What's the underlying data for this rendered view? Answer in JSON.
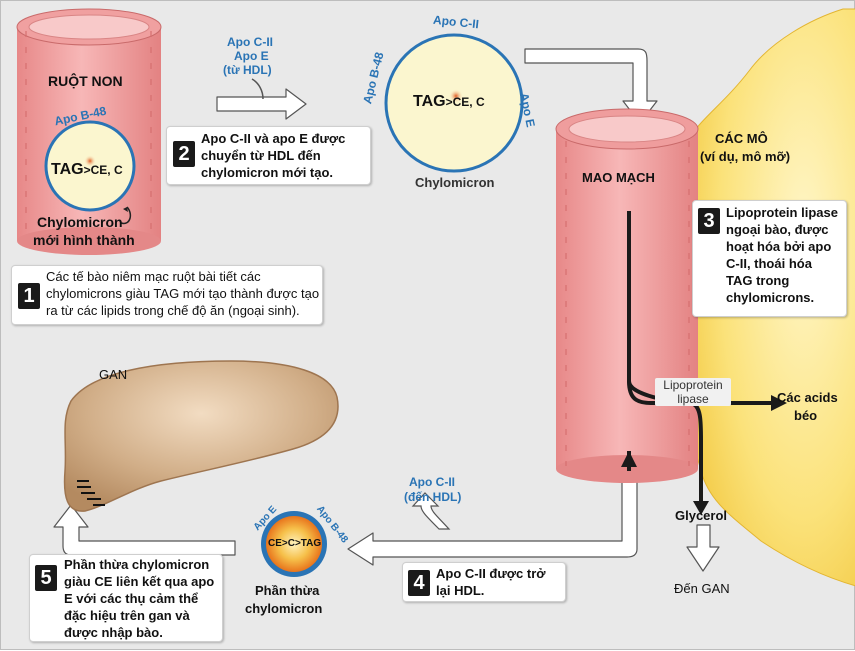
{
  "intestine": {
    "title": "RUỘT NON",
    "apo_b48": "Apo B-48",
    "tag_main": "TAG",
    "tag_sub": ">CE, C",
    "caption_line1": "Chylomicron",
    "caption_line2": "mới hình thành"
  },
  "transfer_label": {
    "line1": "Apo C-II",
    "line2": "Apo E",
    "line3": "(từ HDL)"
  },
  "chylomicron": {
    "apo_c2": "Apo C-II",
    "apo_b48": "Apo B-48",
    "apo_e": "Apo E",
    "tag_main": "TAG",
    "tag_sub": ">CE, C",
    "name": "Chylomicron"
  },
  "capillary": {
    "title": "MAO MẠCH",
    "lipase_line1": "Lipoprotein",
    "lipase_line2": "lipase"
  },
  "tissue": {
    "title": "CÁC MÔ",
    "subtitle": "(ví dụ, mô mỡ)"
  },
  "products": {
    "fatty_line1": "Các acids",
    "fatty_line2": "béo",
    "glycerol": "Glycerol",
    "to_liver": "Đến GAN"
  },
  "liver": {
    "label": "GAN"
  },
  "remnant": {
    "apo_e": "Apo E",
    "apo_b48": "Apo B-48",
    "core": "CE>C>TAG",
    "name_line1": "Phần thừa",
    "name_line2": "chylomicron"
  },
  "return_label": {
    "line1": "Apo C-II",
    "line2": "(đến HDL)"
  },
  "steps": [
    {
      "number": "1",
      "lines": [
        "Các tế bào niêm mạc ruột bài tiết các",
        "chylomicrons giàu TAG mới tạo thành được tạo",
        "ra từ các lipids trong chế độ ăn (ngoại sinh)."
      ]
    },
    {
      "number": "2",
      "lines": [
        "Apo C-II và apo E được",
        "chuyển từ HDL đến",
        "chylomicron mới tạo."
      ]
    },
    {
      "number": "3",
      "lines": [
        "Lipoprotein lipase",
        "ngoại bào, được",
        "hoạt hóa bởi apo",
        "C-II, thoái hóa",
        "TAG trong",
        "chylomicrons."
      ]
    },
    {
      "number": "4",
      "lines": [
        "Apo C-II được trở",
        "lại HDL."
      ]
    },
    {
      "number": "5",
      "lines": [
        "Phần thừa chylomicron",
        "giàu CE liên kết qua apo",
        "E với các thụ cảm thể",
        "đặc hiệu trên gan và",
        "được nhập bào."
      ]
    }
  ],
  "colors": {
    "background": "#e9e9e9",
    "tube_pink": "#f4a8a8",
    "tube_dark": "#d97878",
    "particle_fill": "#fbf6cf",
    "particle_ring": "#2a74b5",
    "tissue_yellow": "#f8d24a",
    "liver_brown": "#c9a57e",
    "label_blue": "#2a74b5"
  }
}
